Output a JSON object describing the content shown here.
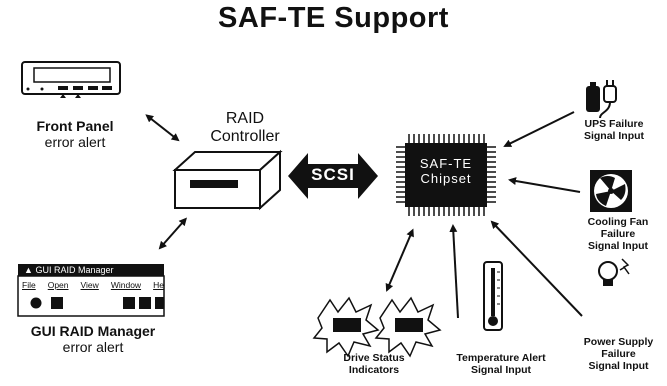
{
  "title": "SAF-TE Support",
  "front_panel": {
    "title": "Front Panel",
    "subtitle": "error alert"
  },
  "raid_controller": {
    "line1": "RAID",
    "line2": "Controller"
  },
  "scsi": {
    "label": "SCSI"
  },
  "chipset": {
    "line1": "SAF-TE",
    "line2": "Chipset"
  },
  "gui_manager": {
    "title": "GUI RAID Manager",
    "subtitle": "error alert",
    "window_title": "GUI RAID Manager",
    "menu": [
      "File",
      "Open",
      "View",
      "Window",
      "He"
    ]
  },
  "inputs": {
    "ups": {
      "line1": "UPS Failure",
      "line2": "Signal Input"
    },
    "fan": {
      "line1": "Cooling Fan",
      "line2": "Failure",
      "line3": "Signal Input"
    },
    "power": {
      "line1": "Power Supply",
      "line2": "Failure",
      "line3": "Signal Input"
    },
    "temperature": {
      "line1": "Temperature Alert",
      "line2": "Signal Input"
    },
    "drive": {
      "line1": "Drive Status",
      "line2": "Indicators"
    }
  }
}
